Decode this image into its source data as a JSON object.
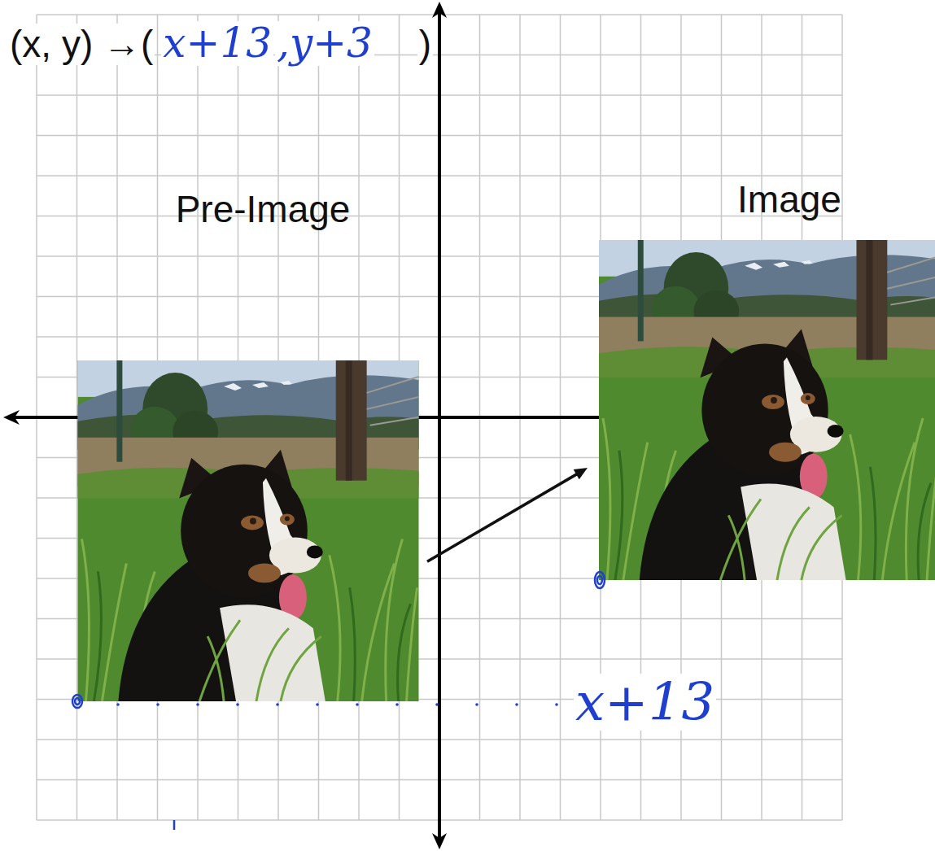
{
  "diagram": {
    "nodes": [
      {
        "text": [
          "Pre-Image"
        ]
      },
      {
        "text": [
          "Image"
        ]
      }
    ],
    "edges": [
      {
        "from": 0,
        "to": 1,
        "arrow": "to"
      }
    ],
    "labels": [
      "(x, y) →(",
      "x+13",
      ",y+3",
      ")",
      "x+13"
    ]
  }
}
